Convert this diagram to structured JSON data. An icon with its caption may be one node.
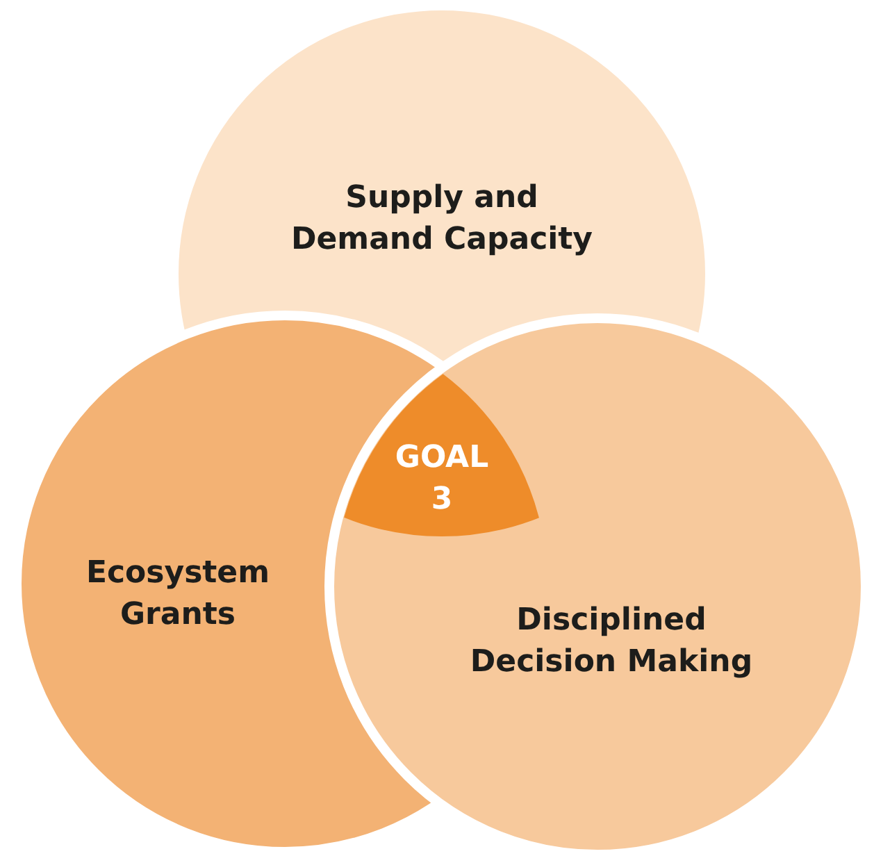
{
  "diagram": {
    "nodes": [
      {
        "text": [
          "Supply and Demand Capacity"
        ]
      },
      {
        "text": [
          "Ecosystem Grants"
        ]
      },
      {
        "text": [
          "Disciplined Decision Making"
        ]
      },
      {
        "text": [
          "GOAL 3"
        ]
      }
    ]
  }
}
